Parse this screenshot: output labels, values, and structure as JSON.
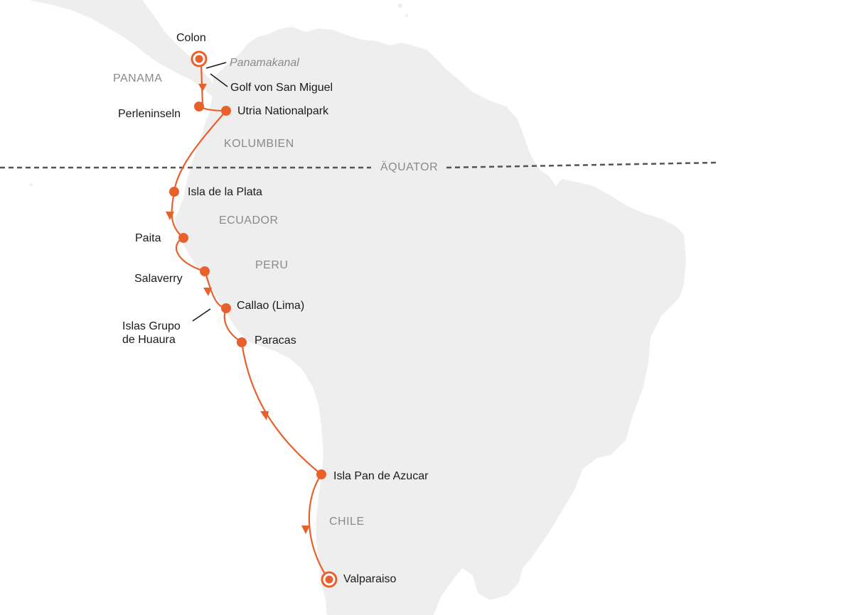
{
  "map": {
    "colors": {
      "ocean": "#ffffff",
      "land": "#eeeeee",
      "route": "#e8612c",
      "equator": "#555555",
      "stop_text": "#1a1a1a",
      "country_text": "#8a8a8a",
      "leader_line": "#1a1a1a"
    },
    "equator": {
      "label": "ÄQUATOR"
    },
    "countries": [
      {
        "id": "panama",
        "label": "PANAMA"
      },
      {
        "id": "kolumbien",
        "label": "KOLUMBIEN"
      },
      {
        "id": "ecuador",
        "label": "ECUADOR"
      },
      {
        "id": "peru",
        "label": "PERU"
      },
      {
        "id": "chile",
        "label": "CHILE"
      }
    ],
    "waypoints": [
      {
        "id": "panamakanal",
        "label": "Panamakanal",
        "style": "italic"
      },
      {
        "id": "golf-san-miguel",
        "label": "Golf von San Miguel"
      },
      {
        "id": "islas-grupo-huaura",
        "label_line1": "Islas Grupo",
        "label_line2": "de Huaura"
      }
    ],
    "stops": [
      {
        "id": "colon",
        "label": "Colon",
        "type": "start"
      },
      {
        "id": "perleninseln",
        "label": "Perleninseln",
        "type": "stop"
      },
      {
        "id": "utria",
        "label": "Utria Nationalpark",
        "type": "stop"
      },
      {
        "id": "isla-plata",
        "label": "Isla de la Plata",
        "type": "stop"
      },
      {
        "id": "paita",
        "label": "Paita",
        "type": "stop"
      },
      {
        "id": "salaverry",
        "label": "Salaverry",
        "type": "stop"
      },
      {
        "id": "callao",
        "label": "Callao (Lima)",
        "type": "stop"
      },
      {
        "id": "paracas",
        "label": "Paracas",
        "type": "stop"
      },
      {
        "id": "pan-de-azucar",
        "label": "Isla Pan de Azucar",
        "type": "stop"
      },
      {
        "id": "valparaiso",
        "label": "Valparaiso",
        "type": "end"
      }
    ]
  }
}
